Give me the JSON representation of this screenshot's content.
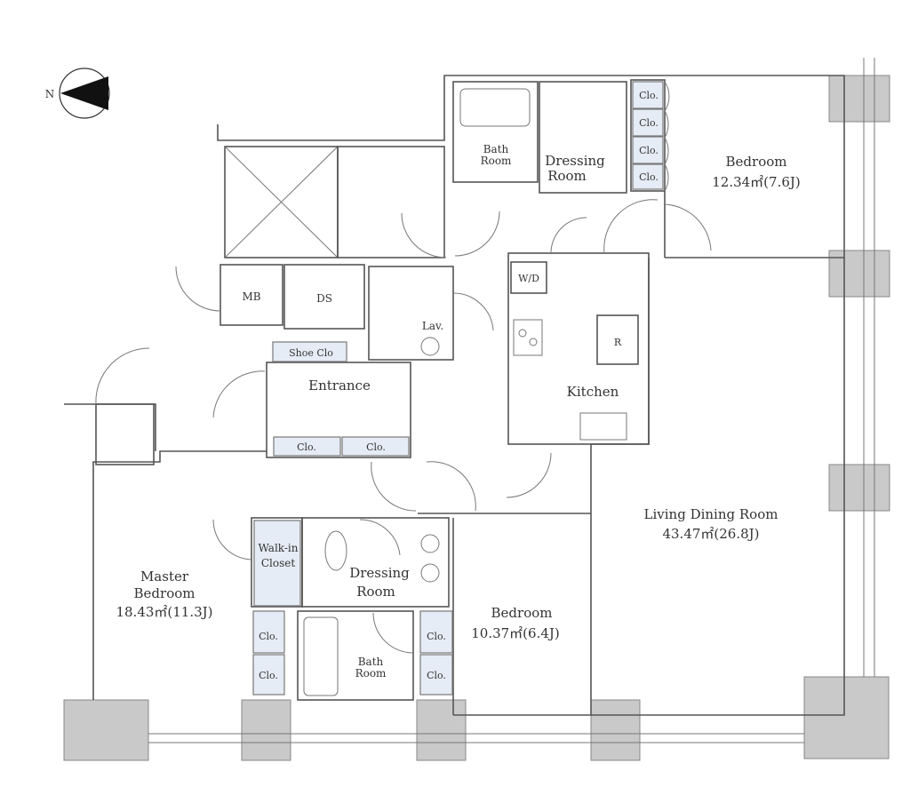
{
  "compass": {
    "label": "N"
  },
  "rooms": {
    "bedroom_ne": {
      "name": "Bedroom",
      "area": "12.34㎡(7.6J)"
    },
    "bath_n": {
      "line1": "Bath",
      "line2": "Room"
    },
    "dressing_n": {
      "line1": "Dressing",
      "line2": "Room"
    },
    "clo_n": [
      "Clo.",
      "Clo.",
      "Clo.",
      "Clo."
    ],
    "mb": "MB",
    "ds": "DS",
    "lav": "Lav.",
    "wd": "W/D",
    "r": "R",
    "shoe_clo": "Shoe Clo",
    "entrance": "Entrance",
    "entrance_clo": [
      "Clo.",
      "Clo."
    ],
    "kitchen": "Kitchen",
    "living": {
      "name": "Living Dining Room",
      "area": "43.47㎡(26.8J)"
    },
    "master": {
      "line1": "Master",
      "line2": "Bedroom",
      "area": "18.43㎡(11.3J)"
    },
    "walkin": {
      "line1": "Walk-in",
      "line2": "Closet"
    },
    "dressing_s": {
      "line1": "Dressing",
      "line2": "Room"
    },
    "bath_s": {
      "line1": "Bath",
      "line2": "Room"
    },
    "master_clo": [
      "Clo.",
      "Clo."
    ],
    "bedroom_s_clo": [
      "Clo.",
      "Clo."
    ],
    "bedroom_s": {
      "name": "Bedroom",
      "area": "10.37㎡(6.4J)"
    }
  }
}
